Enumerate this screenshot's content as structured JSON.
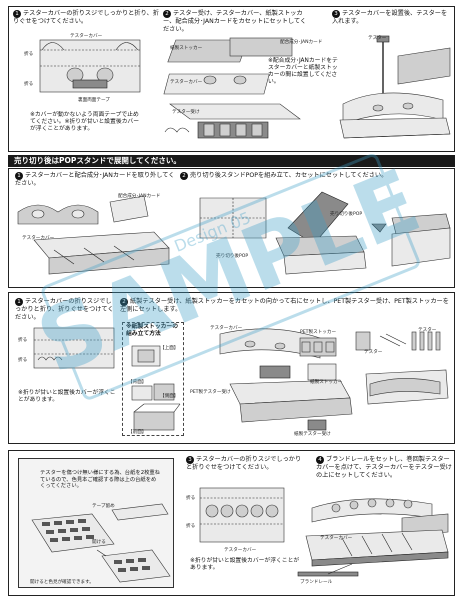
{
  "sec1": {
    "s1": {
      "num": "1",
      "text": "テスターカバーの折りスジでしっかりと折り、折りぐせをつけてください。"
    },
    "s1_cover_label": "テスターカバー",
    "s1_fold_a": "折る",
    "s1_fold_b": "折る",
    "s1_tape_label": "裏面両面テープ",
    "s1_note": "※カバーが動かないよう両面テープで止めてください。※折りが甘いと設置後カバーが浮くことがあります。",
    "s2": {
      "num": "2",
      "text": "テスター受け、テスターカバー、紙製ストッカー、配合成分･JANカードをカセットにセットしてください。"
    },
    "s2_card_label": "配合成分･JANカード",
    "s2_stocker_label": "紙製ストッカー",
    "s2_cover_label": "テスターカバー",
    "s2_holder_label": "テスター受け",
    "s2_note": "※配合成分･JANカードをテスターカバーと紙製ストッカーの間に設置してください。",
    "s3": {
      "num": "3",
      "text": "テスターカバーを設置後、テスターを入れます。"
    },
    "s3_tester_label": "テスター"
  },
  "banner": "売り切り後はPOPスタンドで展開してください。",
  "sec2": {
    "s1": {
      "num": "1",
      "text": "テスターカバーと配合成分･JANカードを取り外してください。"
    },
    "s1_card_label": "配合成分･JANカード",
    "s1_cover_label": "テスターカバー",
    "s2": {
      "num": "2",
      "text": "売り切り後スタンドPOPを組み立て、カセットにセットしてください。"
    },
    "s2_pop_label": "売り切り後POP",
    "s2_pop_label_b": "売り切り後POP"
  },
  "sec3": {
    "s1": {
      "num": "1",
      "text": "テスターカバーの折りスジでしっかりと折り、折りぐせをつけてください。"
    },
    "s1_fold_a": "折る",
    "s1_fold_b": "折る",
    "s1_note": "※折りが甘いと設置後カバーが浮くことがあります。",
    "s2": {
      "num": "2",
      "text": "紙製テスター受け、紙製ストッカーをカセットの向かって右にセットし、PET製テスター受け、PET製ストッカーを左側にセットします。"
    },
    "box_title": "※紙製ストッカーの組み立て方法",
    "box_top": "【上面】",
    "box_side": "【側面】",
    "box_back": "【背面】",
    "box_front": "【前面】",
    "s2_cover_label": "テスターカバー",
    "s2_pet_stocker": "PET製ストッカー",
    "s2_pet_holder": "PET製テスター受け",
    "s2_paper_stocker": "紙製ストッカー",
    "s2_paper_holder": "紙製テスター受け",
    "s2_tester": "テスター",
    "s2_tester_b": "テスター"
  },
  "sec4": {
    "left_text": "テスターを傷つけ無い様にする為、台紙を2枚重ねているので、色見本ご確認する際は上の台紙をめくってください。",
    "tape_label": "テープ留め",
    "open_label": "開ける",
    "open_note": "開けると色見が確認できます。",
    "s3": {
      "num": "3",
      "text": "テスターカバーの折りスジでしっかりと折りぐせをつけてください。"
    },
    "s3_fold_a": "折る",
    "s3_fold_b": "折る",
    "s3_cover": "テスターカバー",
    "s3_note": "※折りが甘いと設置後カバーが浮くことがあります。",
    "s4": {
      "num": "4",
      "text": "ブランドレールをセットし、巻回製テスターカバーを点けて、テスターカバーをテスター受けの上にセットしてください。"
    },
    "s4_cover": "テスターカバー",
    "s4_rail": "ブランドレール"
  },
  "watermark": "SAMPLE",
  "watermark_sub": "Design 05"
}
